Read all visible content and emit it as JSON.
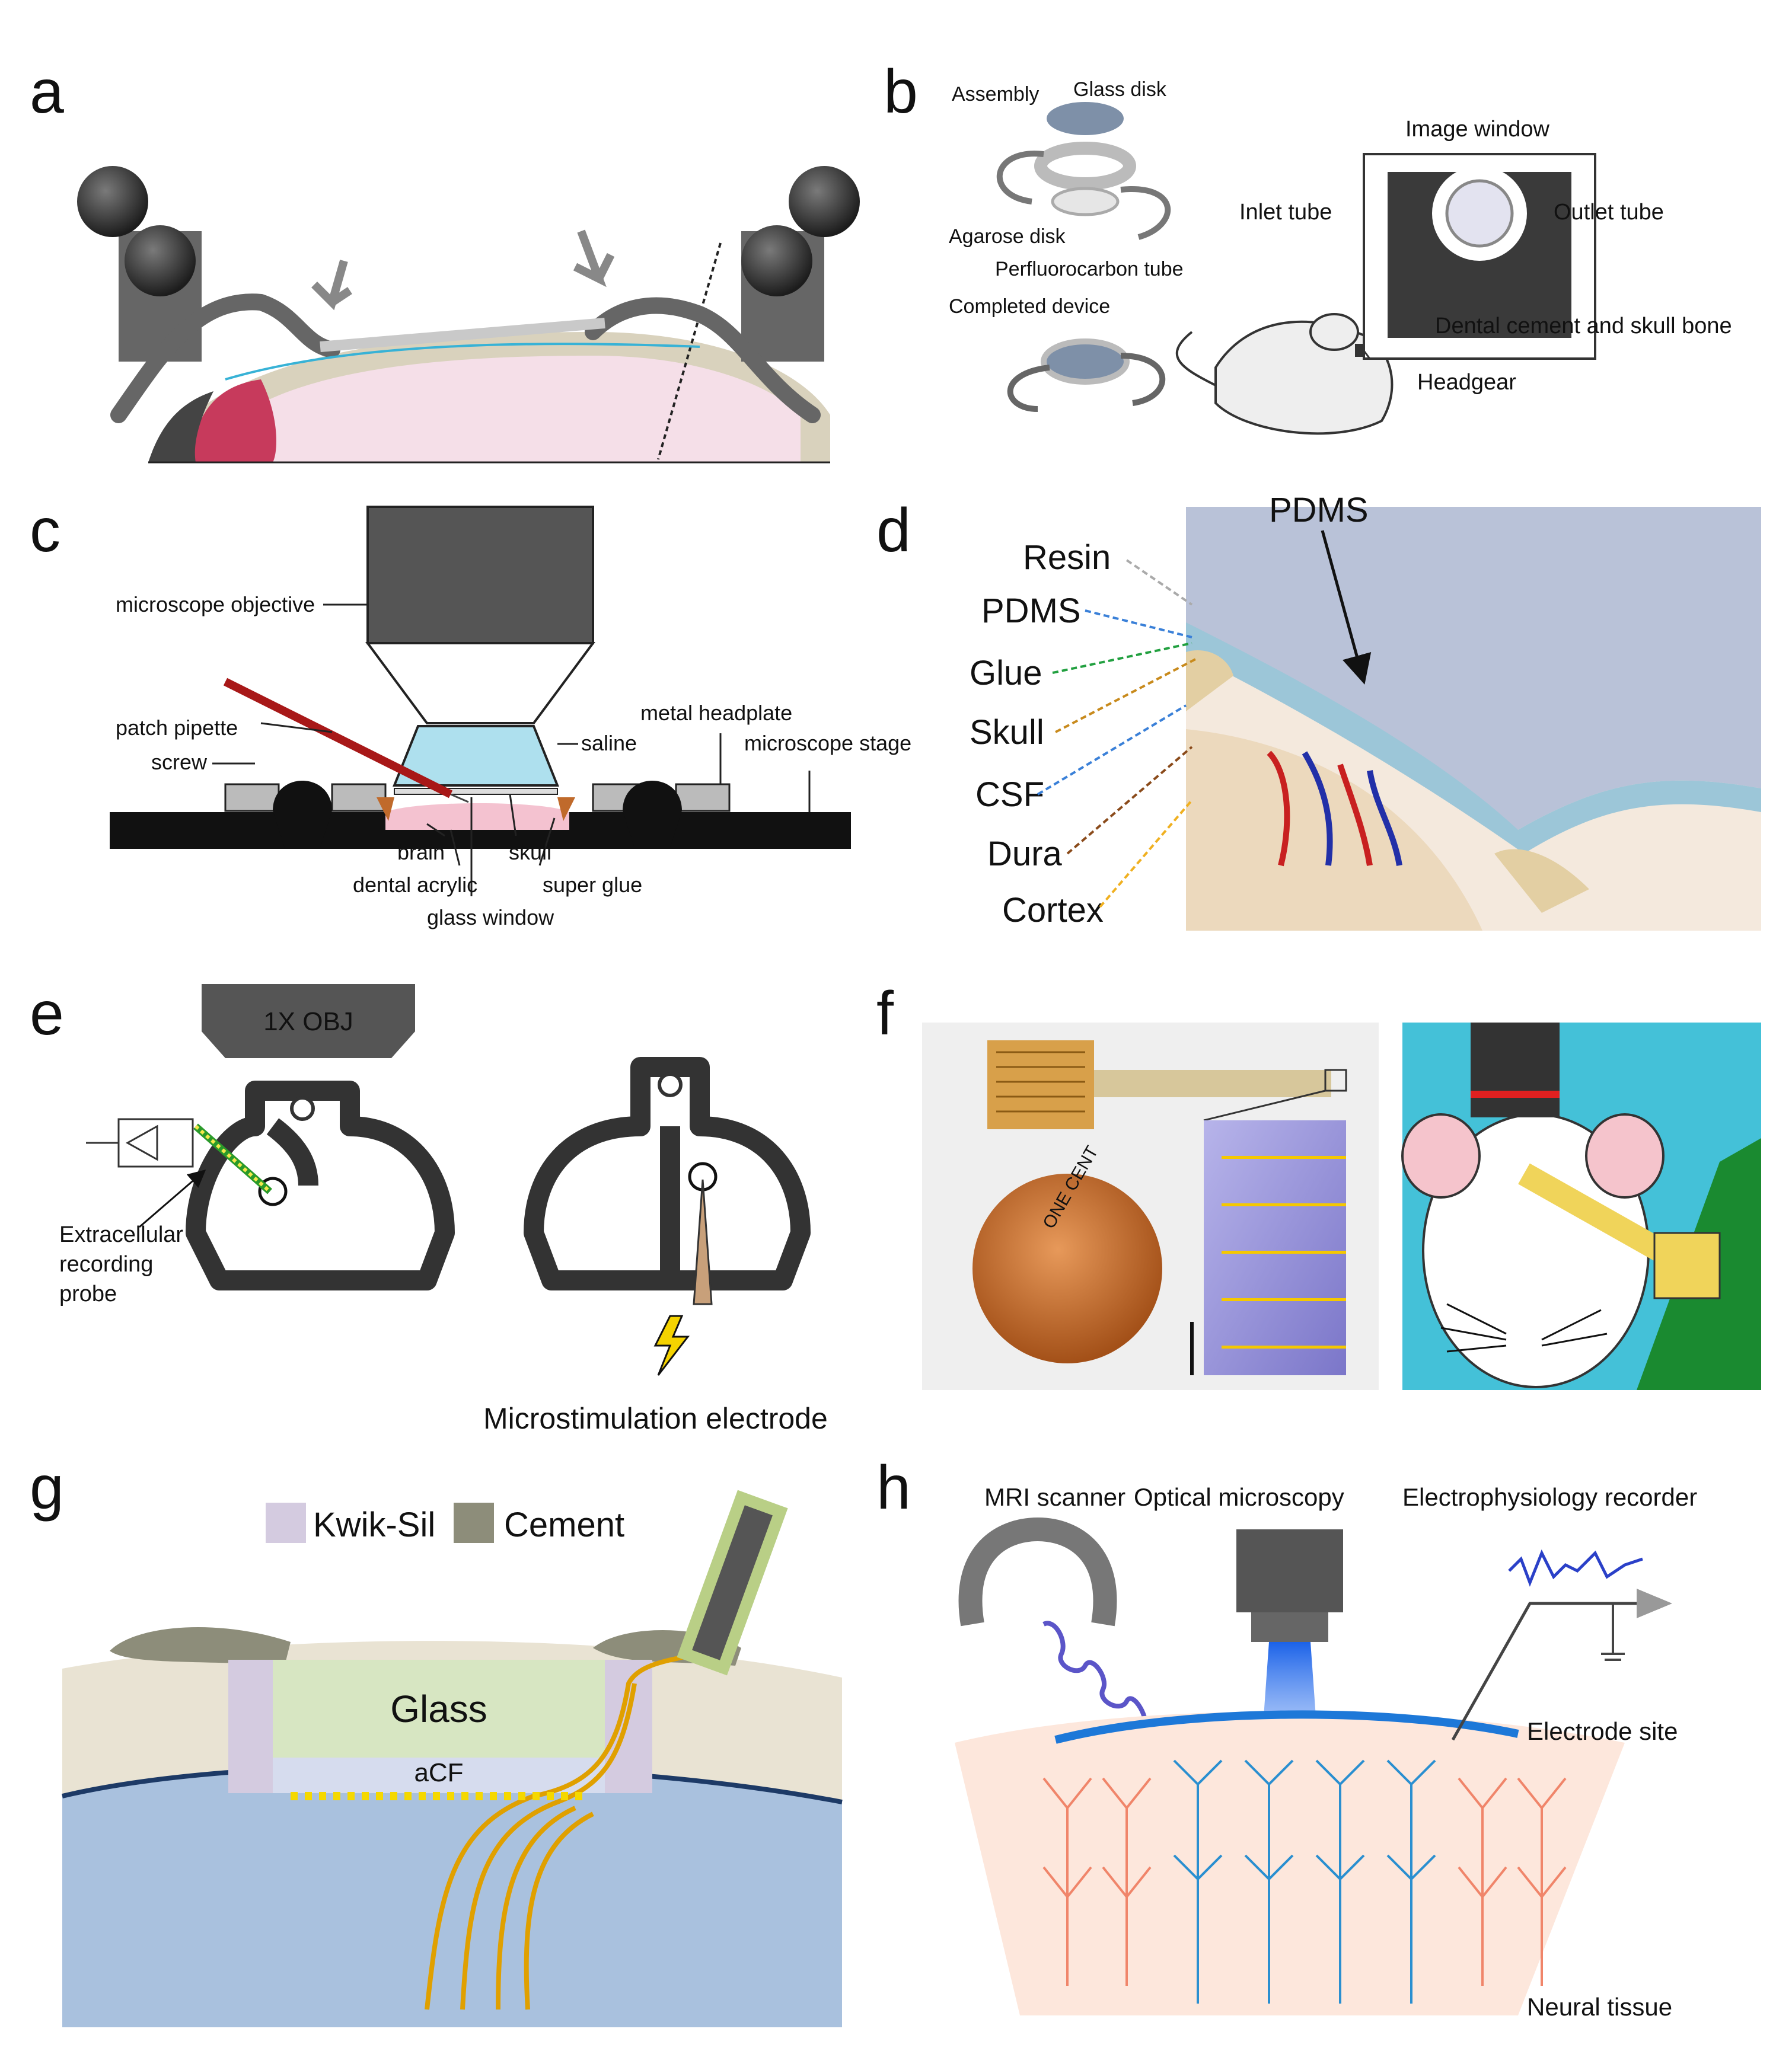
{
  "panels": {
    "a": {
      "letter": "a"
    },
    "b": {
      "letter": "b",
      "assembly": "Assembly",
      "glass_disk": "Glass disk",
      "agarose_disk": "Agarose disk",
      "perfluorocarbon_tube": "Perfluorocarbon tube",
      "completed_device": "Completed device",
      "image_window": "Image window",
      "inlet_tube": "Inlet tube",
      "outlet_tube": "Outlet tube",
      "dental_cement": "Dental cement and skull bone",
      "headgear": "Headgear"
    },
    "c": {
      "letter": "c",
      "microscope_objective": "microscope objective",
      "patch_pipette": "patch pipette",
      "screw": "screw",
      "saline": "saline",
      "metal_headplate": "metal headplate",
      "microscope_stage": "microscope stage",
      "brain": "brain",
      "skull": "skull",
      "dental_acrylic": "dental acrylic",
      "super_glue": "super glue",
      "glass_window": "glass window"
    },
    "d": {
      "letter": "d",
      "pdms_top": "PDMS",
      "layers": [
        "Resin",
        "PDMS",
        "Glue",
        "Skull",
        "CSF",
        "Dura",
        "Cortex"
      ]
    },
    "e": {
      "letter": "e",
      "objective": "1X OBJ",
      "probe_line1": "Extracellular",
      "probe_line2": "recording",
      "probe_line3": "probe",
      "microstim": "Microstimulation electrode"
    },
    "f": {
      "letter": "f",
      "coin_top": "ONE CENT"
    },
    "g": {
      "letter": "g",
      "kwik_sil": "Kwik-Sil",
      "cement": "Cement",
      "glass": "Glass",
      "acf": "aCF"
    },
    "h": {
      "letter": "h",
      "mri": "MRI scanner",
      "optical": "Optical microscopy",
      "ephys": "Electrophysiology recorder",
      "electrode_site": "Electrode site",
      "neural_tissue": "Neural tissue"
    }
  },
  "colors": {
    "brain_pink": "#f4d7e3",
    "saline_blue": "#aee0ee",
    "pcb_gold": "#d8b45c",
    "glass_green": "#d7e6c2",
    "brain_blue": "#a9c1de",
    "copper": "#c8732e",
    "electrode_yellow": "#f5c800",
    "mri_purple": "#5b55c8",
    "neuron_blue": "#2a8fd0",
    "neuron_red": "#f0856a",
    "label_blue": "#1e7fd8",
    "label_orange": "#f0a070"
  }
}
